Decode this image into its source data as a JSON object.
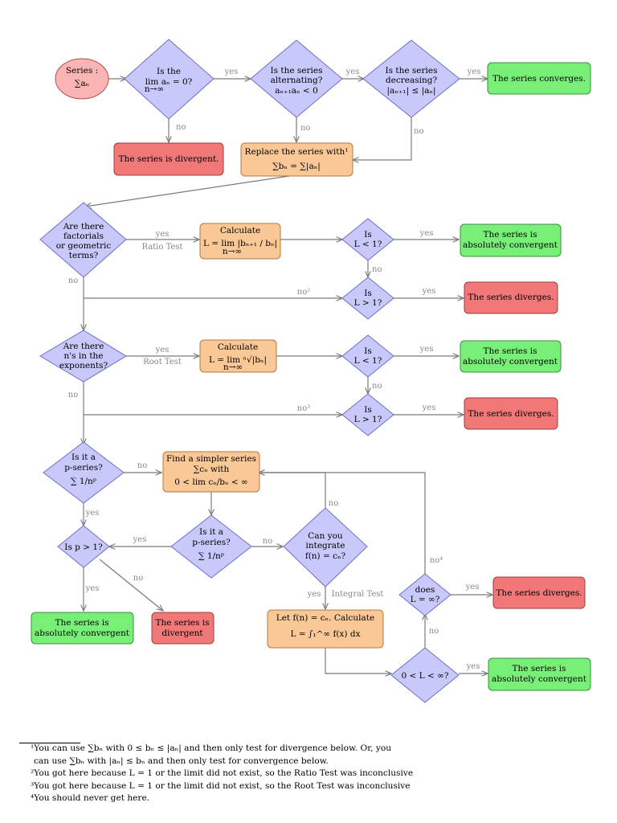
{
  "nodes": {
    "start": [
      "Series :",
      "∑aₙ"
    ],
    "lim_q": [
      "Is the",
      "lim aₙ = 0?",
      "n→∞"
    ],
    "alt_q": [
      "Is the series",
      "alternating?",
      "aₙ₊₁aₙ < 0"
    ],
    "dec_q": [
      "Is the series",
      "decreasing?",
      "|aₙ₊₁| ≤ |aₙ|"
    ],
    "converges": "The series converges.",
    "divergent1": "The series is divergent.",
    "replace": [
      "Replace the series with¹",
      "∑bₙ = ∑|aₙ|"
    ],
    "factorial_q": [
      "Are there",
      "factorials",
      "or geometric",
      "terms?"
    ],
    "ratio_calc": [
      "Calculate",
      "L = lim |bₙ₊₁ / bₙ|",
      "n→∞"
    ],
    "ratio_lt1": [
      "Is",
      "L < 1?"
    ],
    "ratio_abs": [
      "The series is",
      "absolutely convergent"
    ],
    "ratio_gt1": [
      "Is",
      "L > 1?"
    ],
    "ratio_div": "The series diverges.",
    "exp_q": [
      "Are there",
      "n's in the",
      "exponents?"
    ],
    "root_calc": [
      "Calculate",
      "L = lim ⁿ√|bₙ|",
      "n→∞"
    ],
    "root_lt1": [
      "Is",
      "L < 1?"
    ],
    "root_abs": [
      "The series is",
      "absolutely convergent"
    ],
    "root_gt1": [
      "Is",
      "L > 1?"
    ],
    "root_div": "The series diverges.",
    "pseries1_q": [
      "Is it a",
      "p-series?",
      "∑ 1/nᵖ"
    ],
    "simpler": [
      "Find a simpler series",
      "∑cₙ with",
      "0 < lim cₙ/bₙ < ∞"
    ],
    "p_gt1": "Is p > 1?",
    "pseries2_q": [
      "Is it a",
      "p-series?",
      "∑ 1/nᵖ"
    ],
    "integrate_q": [
      "Can you",
      "integrate",
      "f(n) = cₙ?"
    ],
    "p_abs": [
      "The series is",
      "absolutely convergent"
    ],
    "p_div": [
      "The series is",
      "divergent"
    ],
    "integral_calc": [
      "Let f(n) = cₙ. Calculate",
      "L = ∫₁^∞ f(x) dx"
    ],
    "inf_q": [
      "does",
      "L = ∞?"
    ],
    "final_div": "The series diverges.",
    "finite_q": "0 < L < ∞?",
    "final_abs": [
      "The series is",
      "absolutely convergent"
    ]
  },
  "edge_labels": {
    "yes": "yes",
    "no": "no",
    "no2": "no²",
    "no3": "no³",
    "no4": "no⁴",
    "ratio_test": "Ratio Test",
    "root_test": "Root Test",
    "integral_test": "Integral Test"
  },
  "colors": {
    "diamond_fill": "#c8c8fa",
    "diamond_stroke": "#6e6ec8",
    "green_fill": "#78f078",
    "green_stroke": "#3c8c3c",
    "red_fill": "#f07878",
    "red_stroke": "#a03c3c",
    "orange_fill": "#fac896",
    "orange_stroke": "#b4783c",
    "start_fill": "#fab4b4",
    "start_stroke": "#b45050",
    "arrow": "#7a7a7a"
  },
  "footnotes": [
    "¹You can use ∑bₙ with 0 ≤ bₙ ≤ |aₙ| and then only test for divergence below. Or, you",
    "can use ∑bₙ with |aₙ| ≤ bₙ and then only test for convergence below.",
    "²You got here because L = 1 or the limit did not exist, so the Ratio Test was inconclusive",
    "³You got here because L = 1 or the limit did not exist, so the Root Test was inconclusive",
    "⁴You should never get here."
  ]
}
